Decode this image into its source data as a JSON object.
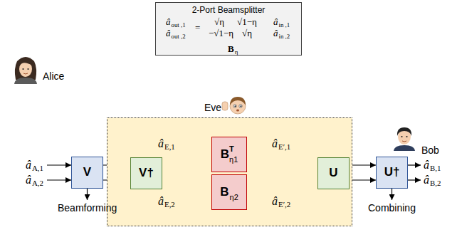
{
  "diagram": {
    "nodes": [
      {
        "text": [
          "2-Port Beamsplitter"
        ]
      },
      {
        "text": [
          "V"
        ]
      },
      {
        "text": [
          "Eve"
        ]
      },
      {
        "text": [
          "V†"
        ],
        "in": 2
      },
      {
        "text": [
          "B",
          "T",
          "η1"
        ],
        "in": 2
      },
      {
        "text": [
          "B",
          "η2"
        ],
        "in": 2
      },
      {
        "text": [
          "U"
        ],
        "in": 2
      },
      {
        "text": [
          "U†"
        ]
      }
    ],
    "edges": [
      {
        "from": 1,
        "to": 3,
        "arrow": "to"
      },
      {
        "from": 1,
        "to": 3,
        "arrow": "to"
      },
      {
        "from": 3,
        "to": 4,
        "arrow": "to"
      },
      {
        "from": 3,
        "to": 5,
        "arrow": "to"
      },
      {
        "from": 4,
        "to": 6,
        "arrow": "to"
      },
      {
        "from": 5,
        "to": 6,
        "arrow": "to"
      },
      {
        "from": 6,
        "to": 7,
        "arrow": "to"
      },
      {
        "from": 6,
        "to": 7,
        "arrow": "to"
      }
    ],
    "labels": [
      "â",
      "out ,1",
      "â",
      "out ,2",
      "=",
      "√η",
      "√1−η",
      "−√1−η",
      "√η",
      "â",
      "in ,1",
      "â",
      "in ,2",
      "B",
      "η",
      "Alice",
      "â",
      "A,1",
      "â",
      "A,2",
      "â",
      "E,1",
      "â",
      "E,2",
      "â",
      "E′,1",
      "â",
      "E′,2",
      "â",
      "B,1",
      "â",
      "B,2",
      "Beamforming",
      "Bob",
      "Combining"
    ]
  }
}
